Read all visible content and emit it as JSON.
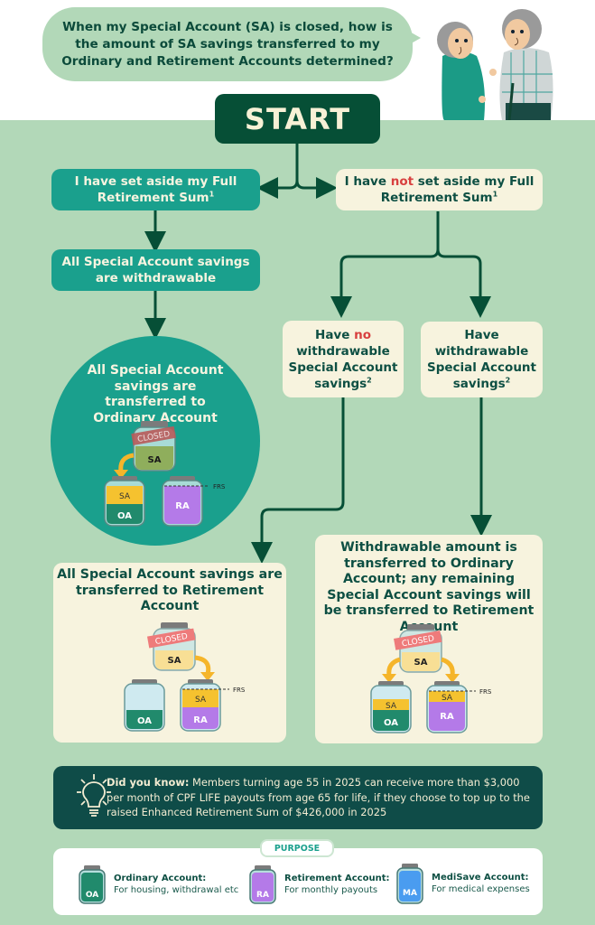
{
  "header": {
    "question": "When my Special Account (SA) is closed, how is the amount of SA savings transferred to my Ordinary and Retirement Accounts determined?"
  },
  "flow": {
    "start_label": "START",
    "left_branch": {
      "condition_pre": "I have set aside my Full Retirement Sum",
      "condition_sup": "1",
      "step": "All Special Account savings are withdrawable",
      "outcome": "All Special Account savings are transferred to Ordinary Account"
    },
    "right_branch": {
      "condition_pre": "I have ",
      "condition_highlight": "not",
      "condition_post": " set aside my Full Retirement Sum",
      "condition_sup": "1",
      "sub_no": {
        "pre": "Have ",
        "highlight": "no",
        "post": " withdrawable Special Account savings",
        "sup": "2",
        "outcome": "All Special Account savings are transferred to Retirement Account"
      },
      "sub_yes": {
        "text": "Have withdrawable Special Account savings",
        "sup": "2",
        "outcome": "Withdrawable amount is transferred to Ordinary Account; any remaining Special Account savings will be transferred to Retirement Account"
      }
    }
  },
  "jars": {
    "closed_stamp": "CLOSED",
    "sa": "SA",
    "oa": "OA",
    "ra": "RA",
    "ma": "MA",
    "frs": "FRS"
  },
  "tip": {
    "lead": "Did you know:",
    "body": " Members turning age 55 in 2025 can receive more than $3,000 per month of CPF LIFE payouts from age 65 for life, if they choose to top up to the raised Enhanced Retirement Sum of $426,000 in 2025"
  },
  "purpose": {
    "label": "PURPOSE",
    "items": [
      {
        "badge": "OA",
        "title": "Ordinary Account:",
        "desc": "For housing, withdrawal etc",
        "color": "#218a6c"
      },
      {
        "badge": "RA",
        "title": "Retirement Account:",
        "desc": "For monthly payouts",
        "color": "#b47ae8"
      },
      {
        "badge": "MA",
        "title": "MediSave Account:",
        "desc": "For medical expenses",
        "color": "#4a9cf0"
      }
    ]
  },
  "colors": {
    "dark_green": "#064f36",
    "teal": "#1aa08d",
    "cream": "#f7f3de",
    "background": "#b2d8b8",
    "highlight_red": "#d8403f",
    "sa_yellow": "#f5c22f",
    "ra_purple": "#b47ae8",
    "oa_green": "#218a6c"
  }
}
